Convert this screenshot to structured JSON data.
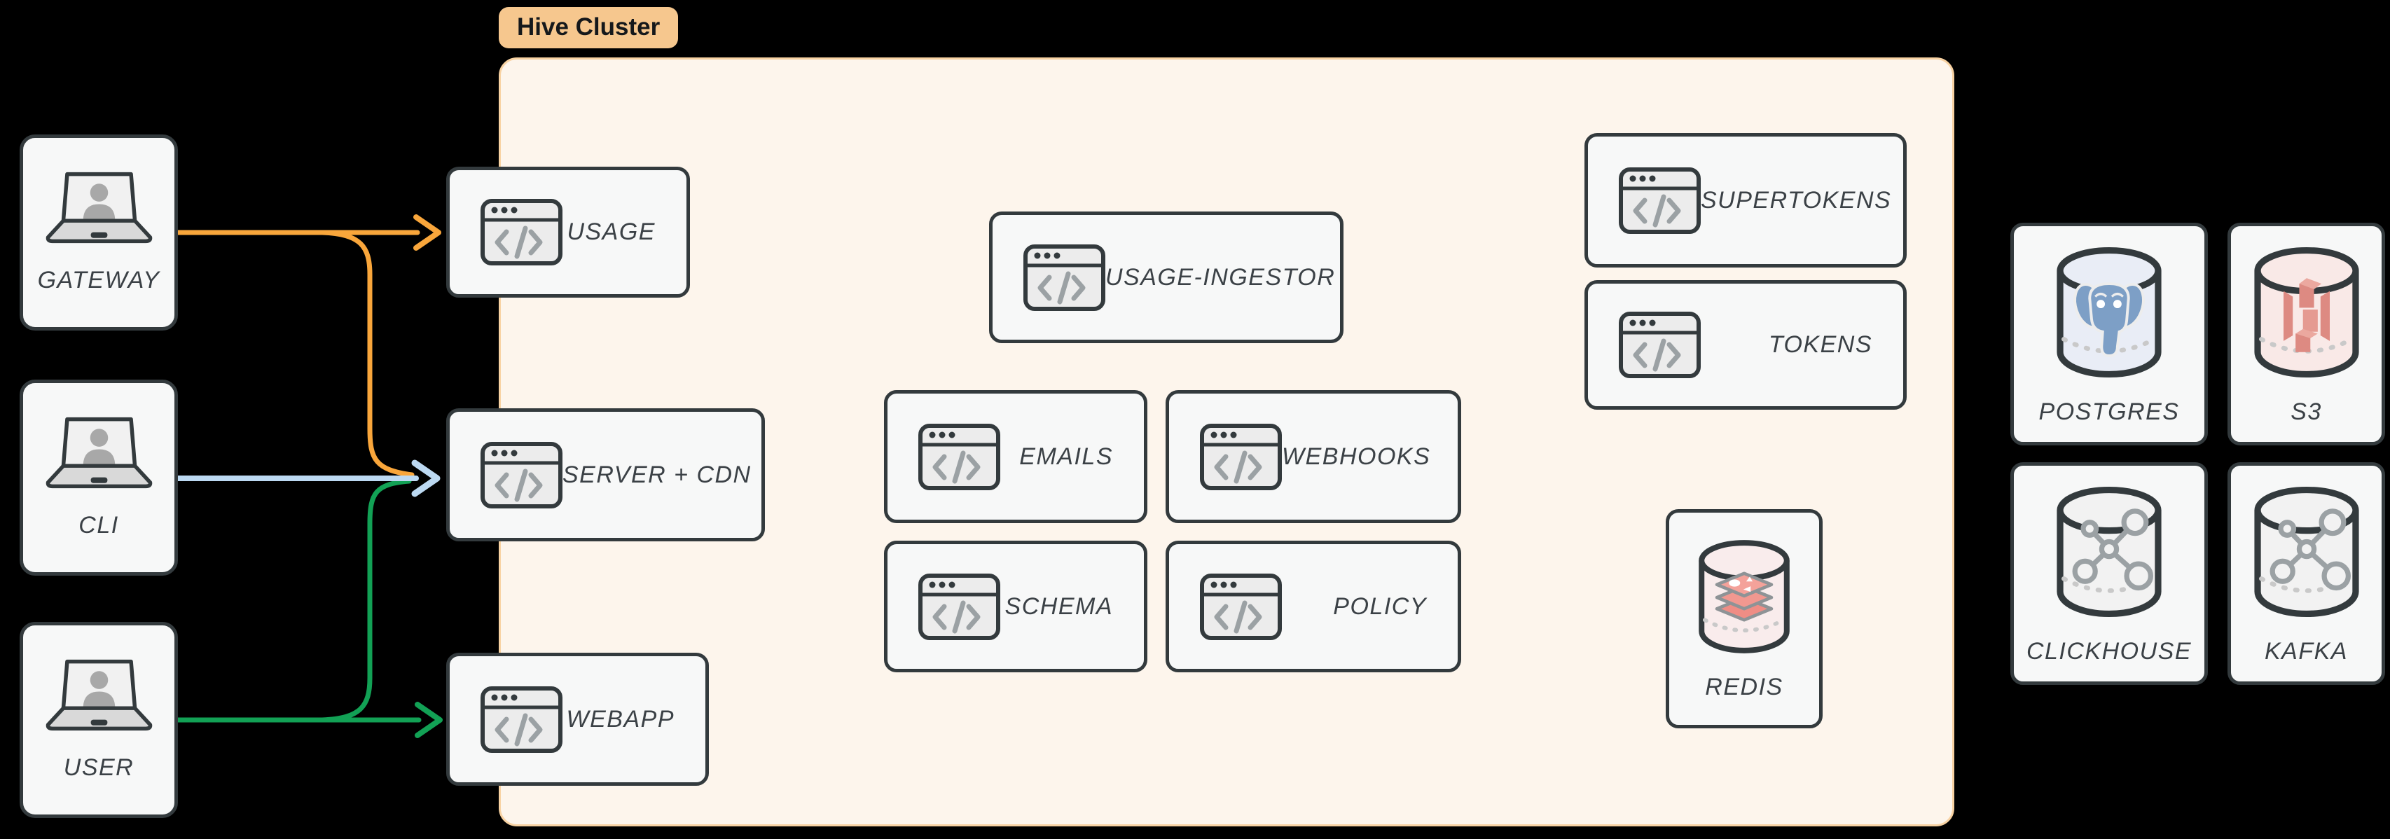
{
  "cluster": {
    "label": "Hive Cluster"
  },
  "clients": {
    "gateway": {
      "label": "GATEWAY"
    },
    "cli": {
      "label": "CLI"
    },
    "user": {
      "label": "USER"
    }
  },
  "services": {
    "usage": {
      "label": "USAGE"
    },
    "server_cdn": {
      "label": "SERVER + CDN"
    },
    "webapp": {
      "label": "WEBAPP"
    },
    "usage_ingestor": {
      "label": "USAGE-INGESTOR"
    },
    "emails": {
      "label": "EMAILS"
    },
    "webhooks": {
      "label": "WEBHOOKS"
    },
    "schema": {
      "label": "SCHEMA"
    },
    "policy": {
      "label": "POLICY"
    },
    "supertokens": {
      "label": "SUPERTOKENS"
    },
    "tokens": {
      "label": "TOKENS"
    },
    "redis": {
      "label": "REDIS"
    }
  },
  "datastores": {
    "postgres": {
      "label": "POSTGRES"
    },
    "s3": {
      "label": "S3"
    },
    "clickhouse": {
      "label": "CLICKHOUSE"
    },
    "kafka": {
      "label": "KAFKA"
    }
  },
  "edges": [
    {
      "from": "GATEWAY",
      "to": "USAGE",
      "color": "#F9A63B"
    },
    {
      "from": "GATEWAY",
      "to": "SERVER + CDN",
      "color": "#F9A63B"
    },
    {
      "from": "CLI",
      "to": "SERVER + CDN",
      "color": "#BCD9F2"
    },
    {
      "from": "USER",
      "to": "SERVER + CDN",
      "color": "#12A155"
    },
    {
      "from": "USER",
      "to": "WEBAPP",
      "color": "#12A155"
    }
  ],
  "colors": {
    "background": "#000000",
    "node_fill": "#F7F8F8",
    "node_border": "#333A3D",
    "cluster_fill": "#FDF5EC",
    "cluster_border": "#F8D2A2",
    "cluster_pill": "#F6C78E",
    "arrow_orange": "#F9A63B",
    "arrow_blue": "#BCD9F2",
    "arrow_green": "#12A155",
    "icon_gray": "#9BA1A4"
  }
}
